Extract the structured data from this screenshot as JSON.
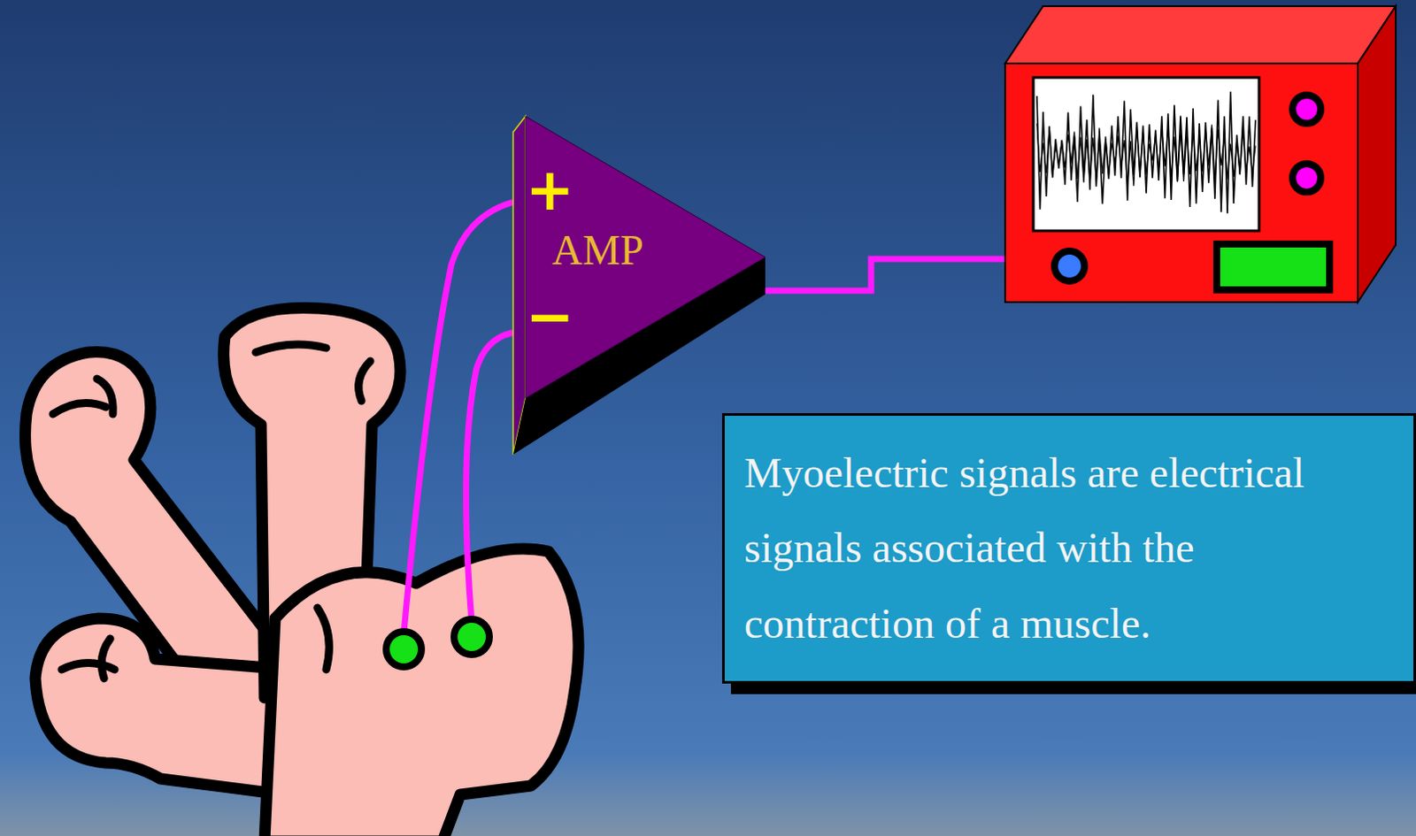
{
  "diagram": {
    "nodes": [
      {
        "text": [
          "+",
          "AMP",
          "−"
        ]
      },
      {
        "text": [
          "Myoelectric signals are electrical signals associated with the contraction of a muscle."
        ]
      }
    ]
  }
}
